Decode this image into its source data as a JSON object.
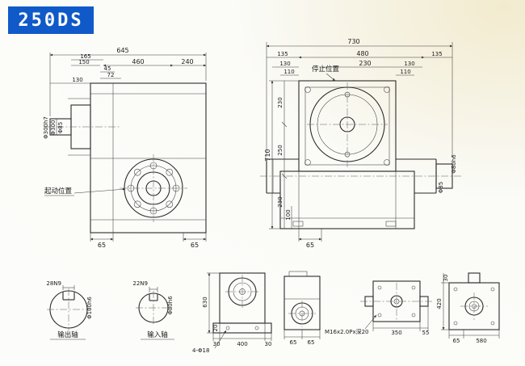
{
  "badge": {
    "model": "250DS"
  },
  "front_view": {
    "dim_645": "645",
    "dim_460": "460",
    "dim_240": "240",
    "dim_165": "165",
    "dim_150": "150",
    "dim_45": "45",
    "dim_72": "72",
    "dim_130": "130",
    "dia_labels": [
      "Φ300h7",
      "Φ300",
      "Φ85"
    ],
    "start_position": "起动位置",
    "dim_65_left": "65",
    "dim_65_right": "65"
  },
  "side_view": {
    "dim_730": "730",
    "dim_135_left": "135",
    "dim_480": "480",
    "dim_135_right": "135",
    "dim_130_left": "130",
    "dim_230_center": "230",
    "dim_130_right": "130",
    "dim_110_left": "110",
    "dim_110_right": "110",
    "stop_position": "停止位置",
    "dim_230_top": "230",
    "dim_710": "710",
    "dim_250": "250",
    "dim_230_bottom": "230",
    "dim_100": "100",
    "dia_shaft": "Φ80h6",
    "dia_hub": "Φ85",
    "dim_65": "65"
  },
  "output_shaft": {
    "keyway": "28N9",
    "diameter": "Φ100h6",
    "label": "输出轴"
  },
  "input_shaft": {
    "keyway": "22N9",
    "diameter": "Φ80h6",
    "label": "输入轴"
  },
  "detail_front": {
    "dim_630": "630",
    "dim_20": "20",
    "dim_30_left": "30",
    "dim_400": "400",
    "dim_30_right": "30",
    "holes": "4-Φ18"
  },
  "detail_side": {
    "dim_65_left": "65",
    "dim_65_right": "65",
    "thread_note": "M16x2.0Px深20"
  },
  "detail_top": {
    "dim_350": "350",
    "dim_55": "55"
  },
  "detail_end": {
    "dim_420": "420",
    "dim_30": "30",
    "dim_65": "65",
    "dim_580": "580"
  }
}
